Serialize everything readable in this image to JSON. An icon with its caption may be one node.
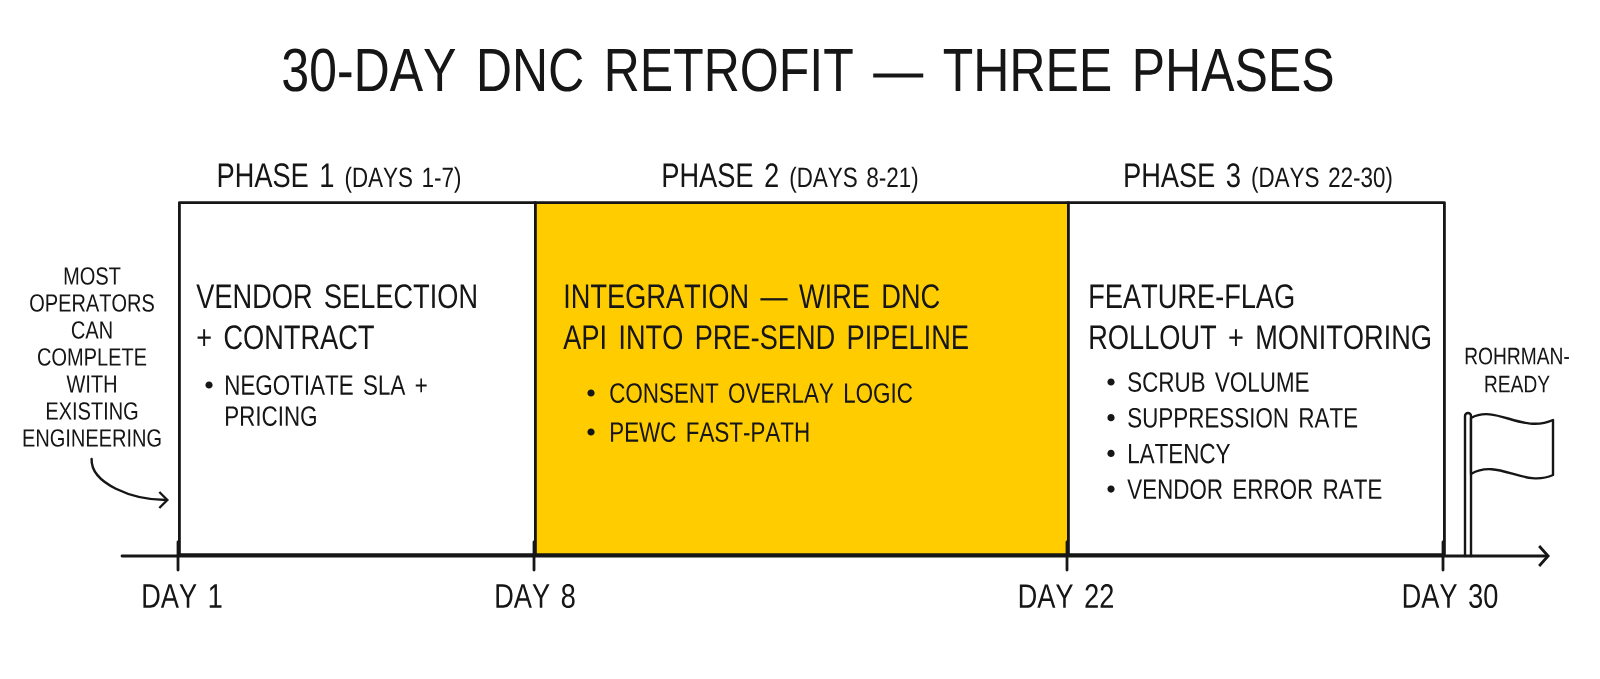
{
  "diagram": {
    "title": "30-DAY DNC RETROFIT — THREE PHASES",
    "nodes": [
      {
        "text": [
          "MOST OPERATORS CAN COMPLETE WITH EXISTING ENGINEERING"
        ]
      },
      {
        "text": [
          "PHASE 1",
          "(DAYS 1-7)",
          "VENDOR SELECTION + CONTRACT",
          "NEGOTIATE SLA + PRICING"
        ]
      },
      {
        "text": [
          "PHASE 2",
          "(DAYS 8-21)",
          "INTEGRATION — WIRE DNC API INTO PRE-SEND PIPELINE",
          "CONSENT OVERLAY LOGIC",
          "PEWC FAST-PATH"
        ]
      },
      {
        "text": [
          "PHASE 3",
          "(DAYS 22-30)",
          "FEATURE-FLAG ROLLOUT + MONITORING",
          "SCRUB VOLUME",
          "SUPPRESSION RATE",
          "LATENCY",
          "VENDOR ERROR RATE"
        ]
      }
    ],
    "edges": [
      {
        "from": 0,
        "to": 1,
        "arrow": "to"
      }
    ],
    "labels": [
      "ROHRMAN-READY",
      "DAY 1",
      "DAY 8",
      "DAY 22",
      "DAY 30"
    ]
  }
}
